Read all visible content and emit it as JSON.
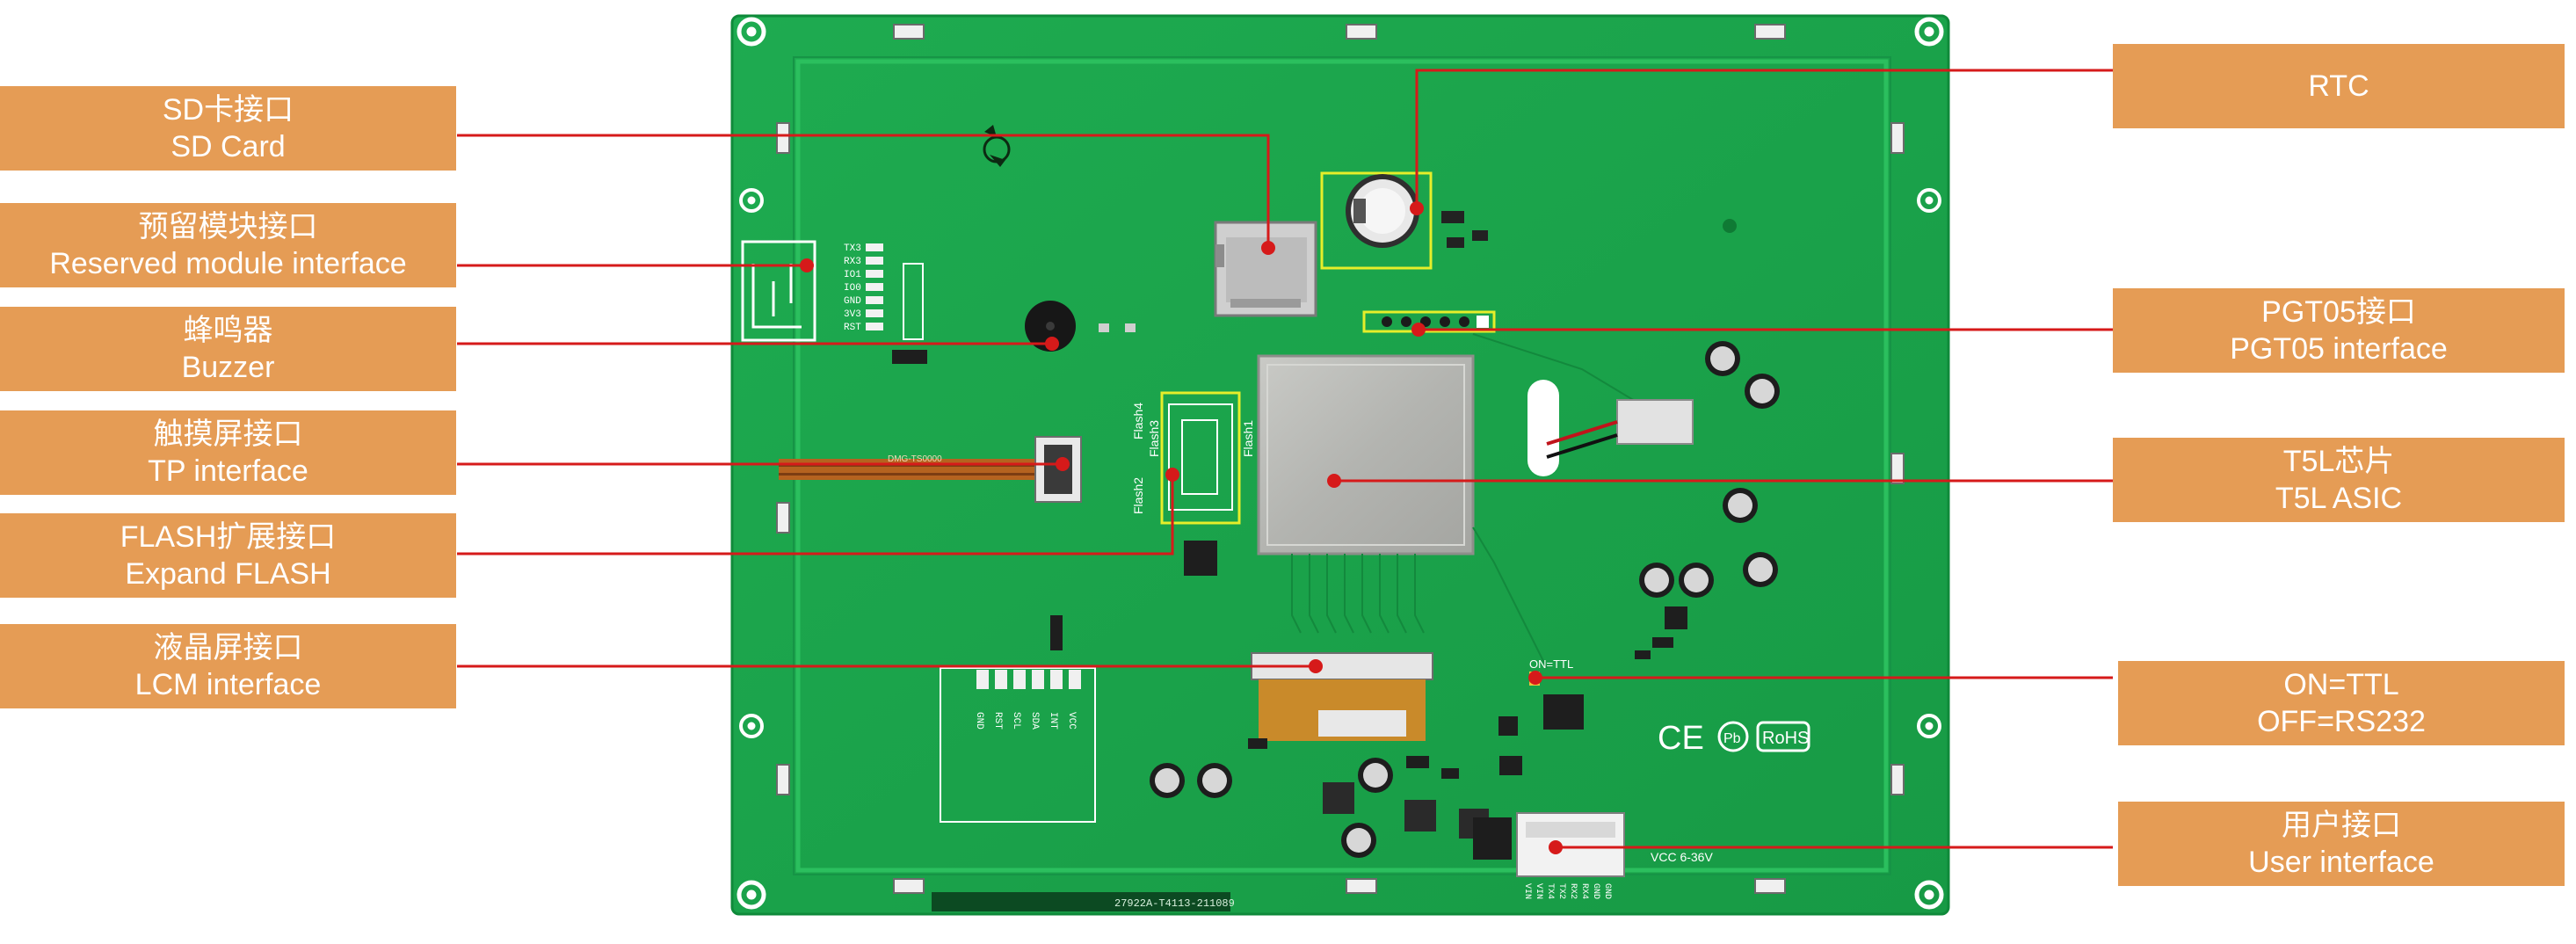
{
  "labels": {
    "sd_card": {
      "cn": "SD卡接口",
      "en": "SD Card"
    },
    "reserved": {
      "cn": "预留模块接口",
      "en": "Reserved module interface"
    },
    "buzzer": {
      "cn": "蜂鸣器",
      "en": "Buzzer"
    },
    "tp": {
      "cn": "触摸屏接口",
      "en": "TP interface"
    },
    "flash": {
      "cn": "FLASH扩展接口",
      "en": "Expand FLASH"
    },
    "lcm": {
      "cn": "液晶屏接口",
      "en": "LCM interface"
    },
    "rtc": {
      "en": "RTC"
    },
    "pgt05": {
      "cn": "PGT05接口",
      "en": "PGT05 interface"
    },
    "t5l": {
      "cn": "T5L芯片",
      "en": "T5L ASIC"
    },
    "ttl": {
      "cn": "ON=TTL",
      "en": "OFF=RS232"
    },
    "user": {
      "cn": "用户接口",
      "en": "User interface"
    }
  },
  "pcb": {
    "pin_labels_left": [
      "TX3",
      "RX3",
      "IO1",
      "IO0",
      "GND",
      "3V3",
      "RST"
    ],
    "pin_labels_lcm": [
      "GND",
      "RST",
      "SCL",
      "SDA",
      "INT",
      "VCC"
    ],
    "pin_labels_user": [
      "VIN",
      "VIN",
      "TX4",
      "TX2",
      "RX2",
      "RX4",
      "GND",
      "GND"
    ],
    "flash_text": [
      "Flash2",
      "Flash3",
      "Flash4",
      "Flash1"
    ],
    "vcc_text": "VCC 6-36V",
    "onttl_text": "ON=TTL",
    "serial_text": "27922A-T4113-211089",
    "fpc_text": "DMG-TS0000",
    "cert_ce": "CE",
    "cert_pb": "Pb",
    "cert_rohs": "RoHS"
  },
  "colors": {
    "board": "#1aa24a",
    "board_edge": "#11893c",
    "callout": "#e59c55",
    "leader": "#d61a1a",
    "shield": "#b9bab6"
  }
}
